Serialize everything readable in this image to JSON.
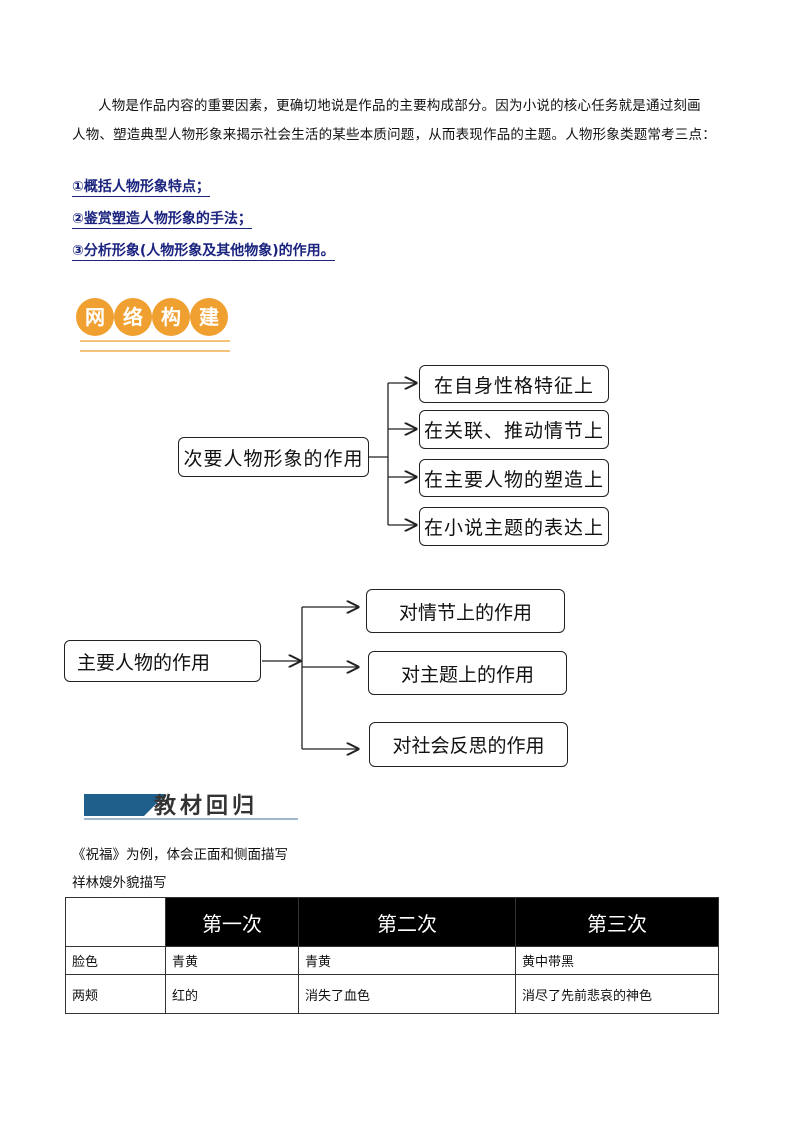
{
  "intro": {
    "line1": "人物是作品内容的重要因素，更确切地说是作品的主要构成部分。因为小说的核心任务就是通过刻画",
    "line2": "人物、塑造典型人物形象来揭示社会生活的某些本质问题，从而表现作品的主题。人物形象类题常考三点："
  },
  "points": [
    "①概括人物形象特点；",
    "②鉴赏塑造人物形象的手法；",
    "③分析形象(人物形象及其他物象)的作用。"
  ],
  "banner": {
    "chars": [
      "网",
      "络",
      "构",
      "建"
    ]
  },
  "diagram1": {
    "root": "次要人物形象的作用",
    "branches": [
      "在自身性格特征上",
      "在关联、推动情节上",
      "在主要人物的塑造上",
      "在小说主题的表达上"
    ]
  },
  "diagram2": {
    "root": "主要人物的作用",
    "branches": [
      "对情节上的作用",
      "对主题上的作用",
      "对社会反思的作用"
    ]
  },
  "section2": {
    "title": "教材回归"
  },
  "notes": {
    "line1": "《祝福》为例，体会正面和侧面描写",
    "line2": "祥林嫂外貌描写"
  },
  "table": {
    "headers": [
      "",
      "第一次",
      "第二次",
      "第三次"
    ],
    "rows": [
      [
        "脸色",
        "青黄",
        "青黄",
        "黄中带黑"
      ],
      [
        "两颊",
        "红的",
        "消失了血色",
        "消尽了先前悲哀的神色"
      ]
    ]
  },
  "colors": {
    "point_text": "#1a237e",
    "banner": "#f0a030",
    "section_bar": "#1f5f8b"
  }
}
